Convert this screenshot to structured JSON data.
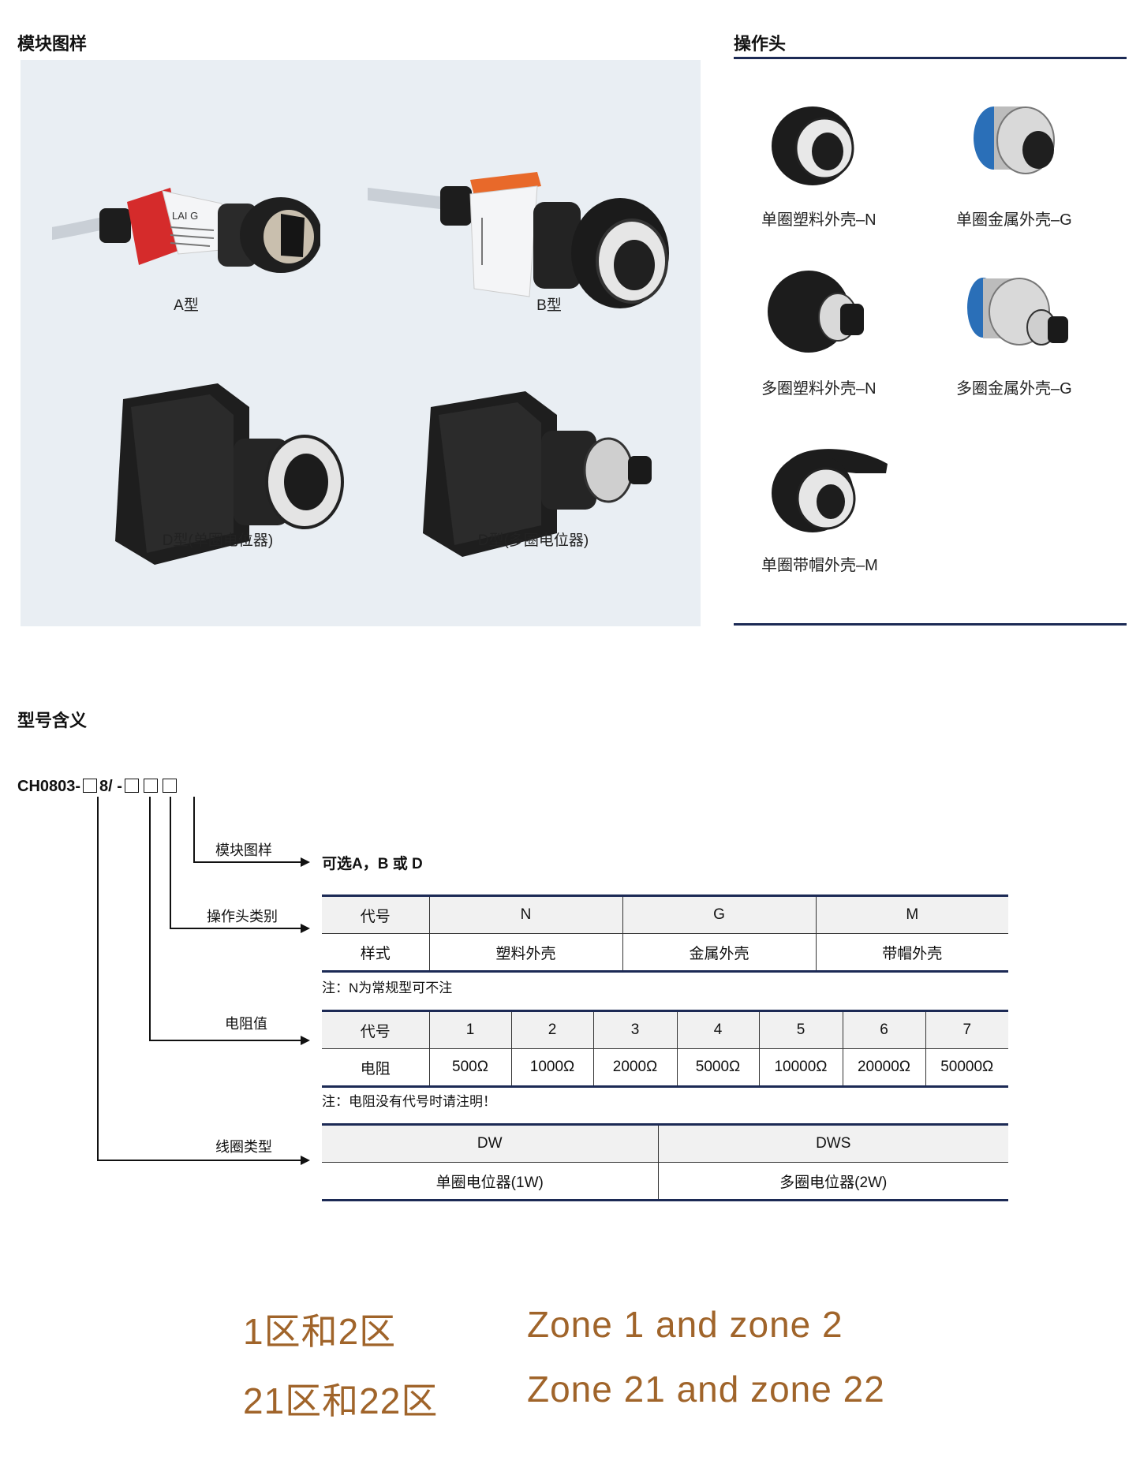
{
  "sections": {
    "module_title": "模块图样",
    "ops_title": "操作头",
    "model_title": "型号含义"
  },
  "modules": {
    "a": "A型",
    "b": "B型",
    "d1": "D型(单圈电位器)",
    "d2": "D型(多圈电位器)",
    "a_label_text": "LAI G"
  },
  "ops": {
    "n1": "单圈塑料外壳–N",
    "g1": "单圈金属外壳–G",
    "n2": "多圈塑料外壳–N",
    "g2": "多圈金属外壳–G",
    "m1": "单圈带帽外壳–M"
  },
  "model": {
    "prefix": "CH0803-",
    "mid": "8/ -",
    "branch_module": "模块图样",
    "branch_module_value": "可选A，B 或 D",
    "branch_op": "操作头类别",
    "branch_res": "电阻值",
    "branch_coil": "线圈类型"
  },
  "op_table": {
    "row1": [
      "代号",
      "N",
      "G",
      "M"
    ],
    "row2": [
      "样式",
      "塑料外壳",
      "金属外壳",
      "带帽外壳"
    ],
    "note": "注：N为常规型可不注"
  },
  "res_table": {
    "row1": [
      "代号",
      "1",
      "2",
      "3",
      "4",
      "5",
      "6",
      "7"
    ],
    "row2": [
      "电阻",
      "500Ω",
      "1000Ω",
      "2000Ω",
      "5000Ω",
      "10000Ω",
      "20000Ω",
      "50000Ω"
    ],
    "note": "注：电阻没有代号时请注明！"
  },
  "coil_table": {
    "row1": [
      "DW",
      "DWS"
    ],
    "row2": [
      "单圈电位器(1W)",
      "多圈电位器(2W)"
    ]
  },
  "zones": {
    "cn1": "1区和2区",
    "en1": "Zone 1 and zone 2",
    "cn2": "21区和22区",
    "en2": "Zone 21 and zone 22"
  },
  "colors": {
    "rule": "#1c2a55",
    "zone_text": "#a0642a",
    "gallery_bg": "#e9eef3",
    "module_a_accent": "#d52b2b",
    "module_b_accent": "#e8692a",
    "metal_blue": "#2a6fb8"
  }
}
